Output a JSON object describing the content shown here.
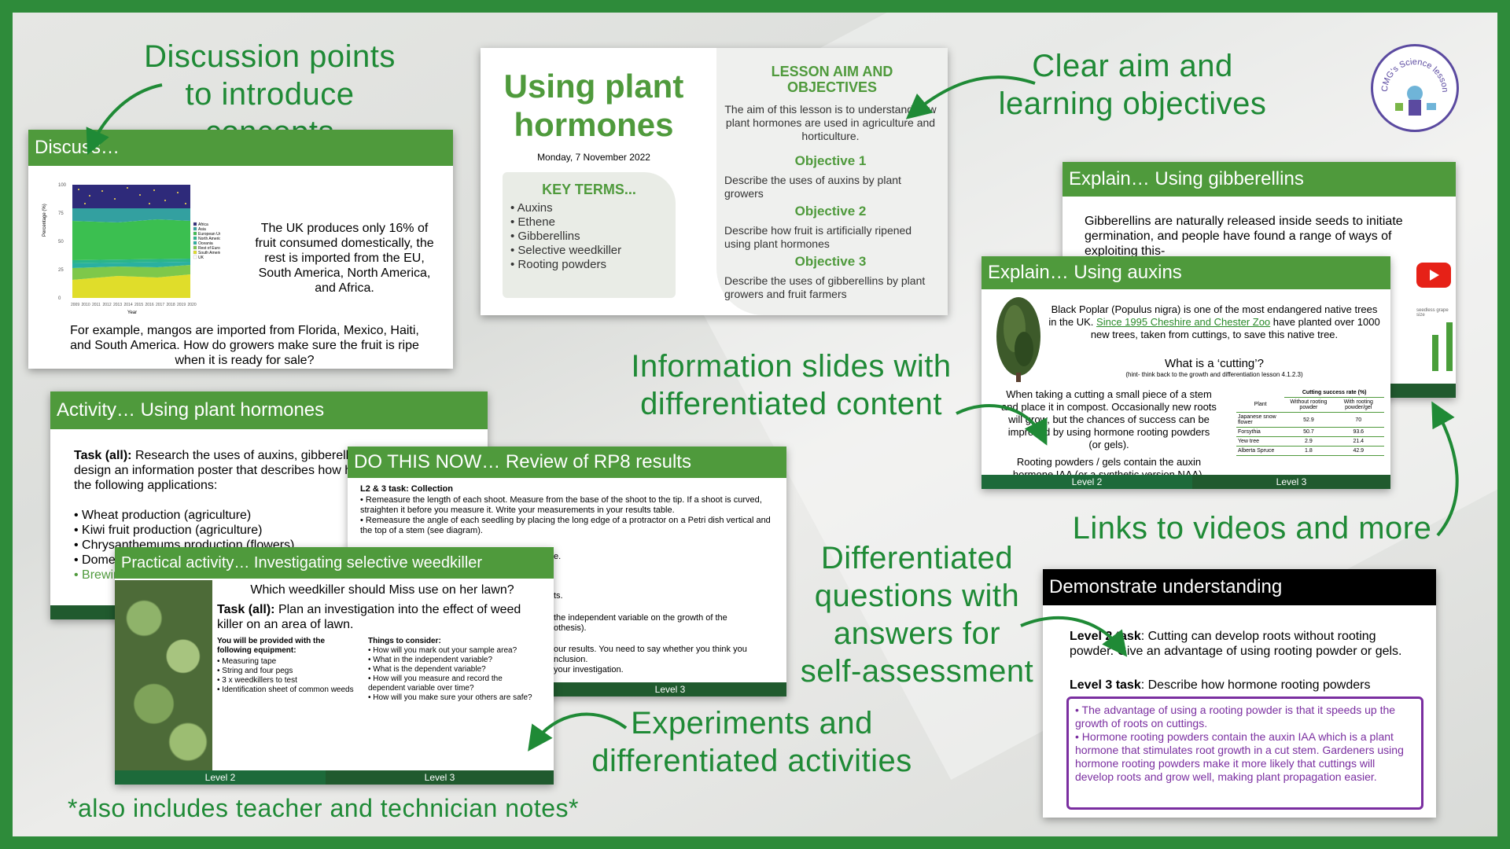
{
  "captions": {
    "discussion": "Discussion points to introduce concepts",
    "aim": "Clear aim and learning objectives",
    "info": "Information slides with differentiated content",
    "links": "Links to videos and more",
    "differentiated": "Differentiated questions with answers for self-assessment",
    "experiments": "Experiments and differentiated activities",
    "notes": "*also includes teacher and technician notes*"
  },
  "logo": {
    "text": "CMG's Science lessons"
  },
  "title_slide": {
    "title": "Using plant hormones",
    "date": "Monday, 7 November 2022",
    "key_terms_heading": "KEY TERMS...",
    "key_terms": [
      "Auxins",
      "Ethene",
      "Gibberellins",
      "Selective weedkiller",
      "Rooting powders"
    ],
    "aim_heading": "LESSON AIM AND OBJECTIVES",
    "aim_text": "The aim of this lesson is to understand how plant hormones are used in agriculture and horticulture.",
    "objectives": [
      {
        "label": "Objective 1",
        "text": "Describe the uses of auxins by plant growers"
      },
      {
        "label": "Objective 2",
        "text": "Describe how fruit is artificially ripened using plant hormones"
      },
      {
        "label": "Objective 3",
        "text": "Describe the uses of gibberellins by plant growers and fruit farmers"
      }
    ]
  },
  "discuss_slide": {
    "header": "Discuss…",
    "text1": "The UK produces only 16% of fruit consumed domestically, the rest is imported from the EU, South America, North America, and Africa.",
    "text2": "For example, mangos are imported from Florida, Mexico, Haiti, and South America. How do growers make sure the fruit is ripe when it is ready for sale?",
    "chart_legend": [
      "Africa",
      "Asia",
      "European Union",
      "North America",
      "Oceania",
      "Rest of Europe",
      "South America",
      "UK"
    ],
    "chart_yticks": [
      "100",
      "75",
      "50",
      "25",
      "0"
    ],
    "chart_xticks": [
      "2009",
      "2010",
      "2011",
      "2012",
      "2013",
      "2014",
      "2015",
      "2016",
      "2017",
      "2018",
      "2019",
      "2020"
    ],
    "chart_ylabel": "Percentage (%)",
    "chart_xlabel": "Year"
  },
  "gibberellins_slide": {
    "header": "Explain… Using gibberellins",
    "text": "Gibberellins are naturally released inside seeds to initiate germination, and people have found a range of ways of exploiting this-",
    "chart_caption": "seedless grape size"
  },
  "auxins_slide": {
    "header": "Explain… Using auxins",
    "intro_pre": "Black Poplar (Populus nigra) is one of the most endangered native trees in the UK. ",
    "intro_link": "Since 1995 Cheshire and Chester Zoo",
    "intro_post": " have planted over 1000 new trees, taken from cuttings, to save this native tree.",
    "question": "What is a ‘cutting’?",
    "hint": "(hint- think back to the growth and differentiation lesson 4.1.2.3)",
    "body1": "When taking a cutting a small piece of a stem and place it in compost. Occasionally new roots will grow, but the chances of success can be improved by using hormone rooting powders (or gels).",
    "body2": "Rooting powders / gels contain the auxin hormone IAA (or a synthetic version NAA).",
    "table_title": "Cutting success rate (%)",
    "table_headers": [
      "Plant",
      "Without rooting powder",
      "With rooting powder/gel"
    ],
    "table_rows": [
      [
        "Japanese snow flower",
        "52.9",
        "70"
      ],
      [
        "Forsythia",
        "50.7",
        "93.6"
      ],
      [
        "Yew tree",
        "2.9",
        "21.4"
      ],
      [
        "Alberta Spruce",
        "1.8",
        "42.9"
      ]
    ],
    "level2": "Level 2",
    "level3": "Level 3"
  },
  "activity_slide": {
    "header": "Activity… Using plant hormones",
    "task_label": "Task (all):",
    "task_text": " Research the uses of auxins, gibberellins and ethene, then design an information poster that describes how hormones are used for the following applications:",
    "items": [
      "Wheat production (agriculture)",
      "Kiwi fruit production (agriculture)",
      "Chrysanthemums production (flowers)",
      "Domestic lawns",
      "Brewing"
    ]
  },
  "dtn_slide": {
    "header": "DO THIS NOW… Review of RP8 results",
    "task_heading": "L2 & 3 task: Collection",
    "items": [
      "Remeasure the length of each shoot. Measure from the base of the shoot to the tip. If a shoot is curved, straighten it before you measure it. Write your measurements in your results table.",
      "Remeasure the angle of each seedling by placing the long edge of a protractor on a Petri dish vertical and the top of a stem (see diagram)."
    ],
    "frag1": "e.",
    "frag2": "ts.",
    "frag3": "the independent variable on the growth of the",
    "frag4": "othesis).",
    "frag5": "our results. You need to say whether you think you",
    "frag6": "nclusion.",
    "frag7": "your investigation.",
    "level3": "Level 3"
  },
  "practical_slide": {
    "header": "Practical activity… Investigating selective weedkiller",
    "question": "Which weedkiller should Miss use on her lawn?",
    "task_label": "Task (all):",
    "task_text": " Plan an investigation into the effect of weed killer on an area of lawn.",
    "equipment_heading": "You will be provided with the following equipment:",
    "equipment": [
      "Measuring tape",
      "String and four pegs",
      "3 x weedkillers to test",
      "Identification sheet of common weeds"
    ],
    "consider_heading": "Things to consider:",
    "consider": [
      "How will you mark out your sample area?",
      "What in the independent variable?",
      "What is the dependent variable?",
      "How will you measure and record the dependent variable over time?",
      "How will you make sure your others are safe?"
    ],
    "level2": "Level 2",
    "level3": "Level 3"
  },
  "demo_slide": {
    "header": "Demonstrate understanding",
    "l2_label": "Level 2 task",
    "l2_text": ": Cutting can develop roots without rooting powder. Give an advantage of using rooting powder or gels.",
    "l3_label": "Level 3 task",
    "l3_text": ": Describe how hormone rooting powders",
    "answers": [
      "The advantage of using a rooting powder is that it speeds up the growth of roots on cuttings.",
      "Hormone rooting powders contain the auxin IAA which is a plant hormone that stimulates root growth in a cut stem. Gardeners using hormone rooting powders make it more likely that cuttings will develop roots and grow well, making plant propagation easier."
    ]
  },
  "colors": {
    "accent": "#2e8b3a",
    "slide_header": "#4f9a3c",
    "level_dark": "#205a2e",
    "answer": "#7a2ea0"
  }
}
